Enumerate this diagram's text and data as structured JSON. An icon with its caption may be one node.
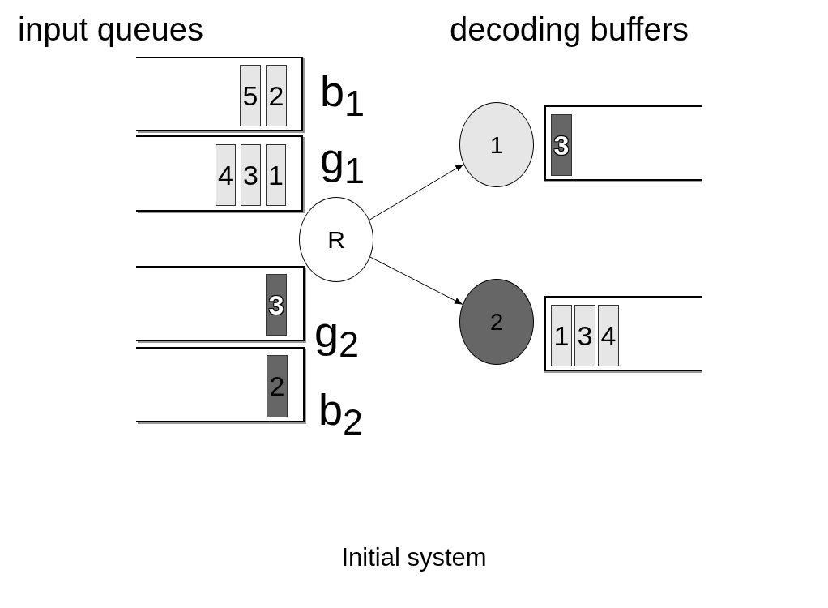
{
  "diagram": {
    "caption": "Initial system",
    "nodes": [
      {
        "text": [],
        "shape": "box",
        "beside": [
          "b$_{1}$"
        ]
      },
      {
        "text": [
          "5"
        ],
        "in": 0
      },
      {
        "text": [
          "2"
        ],
        "in": 0
      },
      {
        "text": [],
        "shape": "box",
        "beside": [
          "g$_{1}$"
        ]
      },
      {
        "text": [
          "4"
        ],
        "in": 3
      },
      {
        "text": [
          "3"
        ],
        "in": 3
      },
      {
        "text": [
          "1"
        ],
        "in": 3
      },
      {
        "text": [
          "1"
        ]
      },
      {
        "text": [],
        "shape": "box"
      },
      {
        "text": [
          "3"
        ],
        "in": 8
      },
      {
        "text": [
          "R"
        ]
      },
      {
        "text": [],
        "shape": "box",
        "beside": [
          "g$_{2}$"
        ]
      },
      {
        "text": [
          "3"
        ],
        "in": 11
      },
      {
        "text": [
          "2"
        ]
      },
      {
        "text": [],
        "shape": "box"
      },
      {
        "text": [
          "1"
        ],
        "in": 14
      },
      {
        "text": [
          "3"
        ],
        "in": 14
      },
      {
        "text": [
          "4"
        ],
        "in": 14
      },
      {
        "text": [],
        "shape": "box",
        "beside": [
          "b$_{2}$"
        ]
      },
      {
        "text": [
          "2"
        ],
        "in": 18
      }
    ],
    "edges": [
      {
        "from": 10,
        "to": 7,
        "arrow": "to"
      },
      {
        "from": 10,
        "to": 13,
        "arrow": "to"
      }
    ],
    "labels": [
      "input queues",
      "decoding buffers"
    ]
  }
}
